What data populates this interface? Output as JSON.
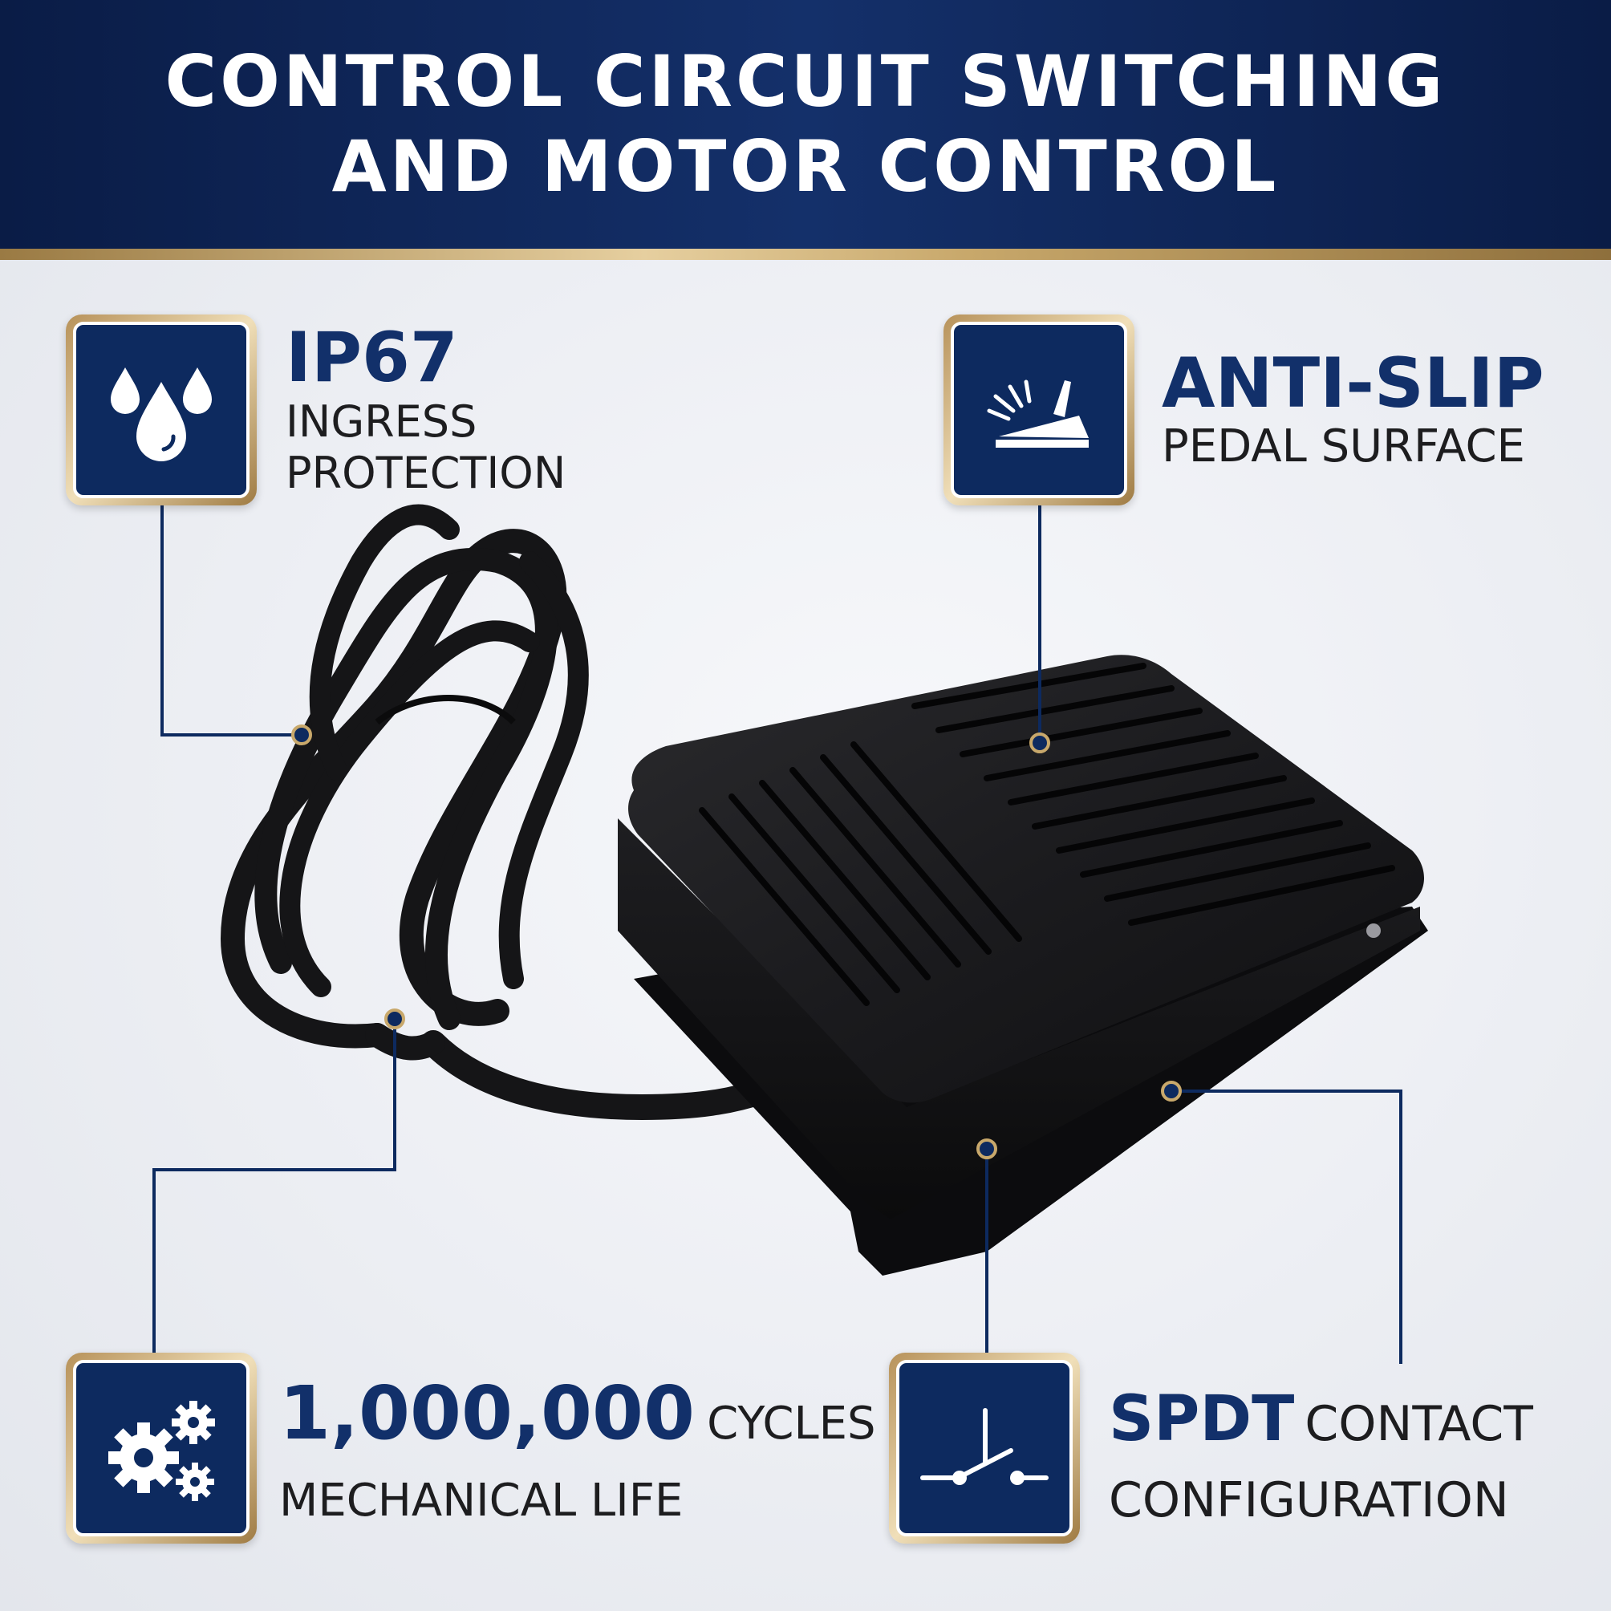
{
  "banner": {
    "line1": "CONTROL CIRCUIT SWITCHING",
    "line2": "AND MOTOR CONTROL"
  },
  "features": {
    "ip67": {
      "title": "IP67",
      "line1": "INGRESS",
      "line2": "PROTECTION",
      "icon": "water-drops-icon"
    },
    "antislip": {
      "title": "ANTI-SLIP",
      "line1": "PEDAL SURFACE",
      "icon": "foot-pedal-press-icon"
    },
    "cycles": {
      "title": "1,000,000",
      "suffix": "CYCLES",
      "line1": "MECHANICAL LIFE",
      "icon": "gears-icon"
    },
    "spdt": {
      "title": "SPDT",
      "suffix": "CONTACT",
      "line1": "CONFIGURATION",
      "icon": "spdt-switch-icon"
    }
  },
  "colors": {
    "navy": "#0d2a5f",
    "gold": "#c8a86b",
    "text": "#1d1d1f"
  }
}
